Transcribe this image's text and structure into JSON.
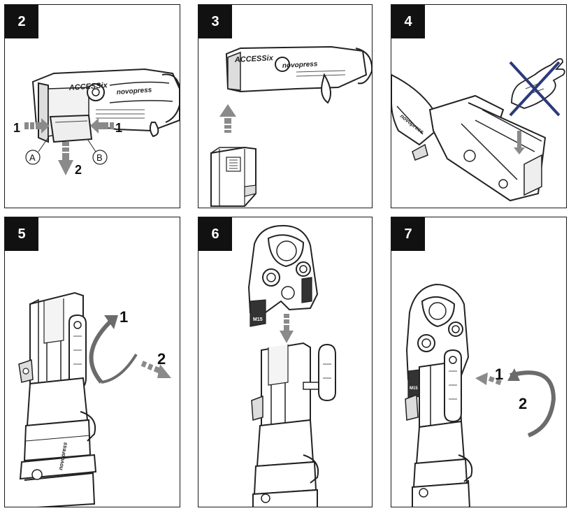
{
  "panels": [
    {
      "step": "2",
      "callouts": {
        "arrow_left": "1",
        "arrow_right": "1",
        "arrow_down": "2",
        "circle_a": "A",
        "circle_b": "B"
      },
      "brand": "ACCESSix",
      "model": "novopress"
    },
    {
      "step": "3",
      "brand": "ACCESSix",
      "model": "novopress"
    },
    {
      "step": "4"
    },
    {
      "step": "5",
      "callouts": {
        "rotate": "1",
        "push": "2"
      },
      "model": "novopress"
    },
    {
      "step": "6",
      "die_label": "M15"
    },
    {
      "step": "7",
      "callouts": {
        "push": "1",
        "rotate": "2"
      },
      "die_label": "M15"
    }
  ],
  "colors": {
    "frame": "#1a1a1a",
    "badge": "#111111",
    "arrow": "#8a8a8a",
    "arrow_dark": "#6b6b6b",
    "cross": "#2b3a7a",
    "line": "#222222"
  }
}
